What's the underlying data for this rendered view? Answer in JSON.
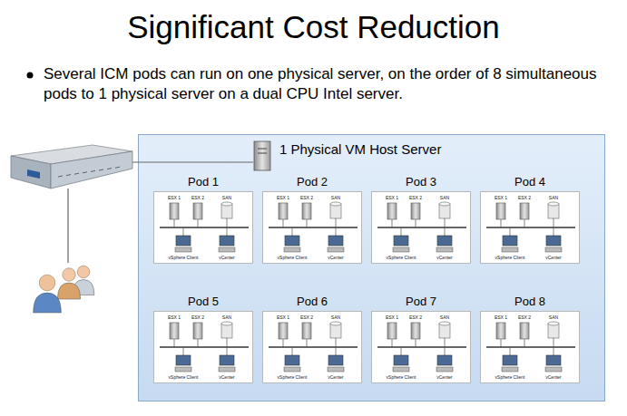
{
  "diagram": {
    "title": "Significant Cost Reduction",
    "nodes": [
      {
        "text": [
          "1 Physical VM Host Server"
        ]
      },
      {
        "text": [
          "Pod 1"
        ],
        "in": 0
      },
      {
        "text": [
          "Pod 2"
        ],
        "in": 0
      },
      {
        "text": [
          "Pod 3"
        ],
        "in": 0
      },
      {
        "text": [
          "Pod 4"
        ],
        "in": 0
      },
      {
        "text": [
          "Pod 5"
        ],
        "in": 0
      },
      {
        "text": [
          "Pod 6"
        ],
        "in": 0
      },
      {
        "text": [
          "Pod 7"
        ],
        "in": 0
      },
      {
        "text": [
          "Pod 8"
        ],
        "in": 0
      }
    ],
    "labels": [
      "Several ICM pods can run on one physical server, on the order of 8 simultaneous pods to 1 physical server on a dual CPU Intel server.",
      "ESX 1",
      "ESX 2",
      "SAN",
      "vSphere Client",
      "vCenter",
      "ESX 1",
      "ESX 2",
      "SAN",
      "vSphere Client",
      "vCenter",
      "ESX 1",
      "ESX 2",
      "SAN",
      "vSphere Client",
      "vCenter",
      "ESX 1",
      "ESX 2",
      "SAN",
      "vSphere Client",
      "vCenter",
      "ESX 1",
      "ESX 2",
      "SAN",
      "vSphere Client",
      "vCenter",
      "ESX 1",
      "ESX 2",
      "SAN",
      "vSphere Client",
      "vCenter",
      "ESX 1",
      "ESX 2",
      "SAN",
      "vSphere Client",
      "vCenter",
      "ESX 1",
      "ESX 2",
      "SAN",
      "vSphere Client",
      "vCenter"
    ]
  }
}
